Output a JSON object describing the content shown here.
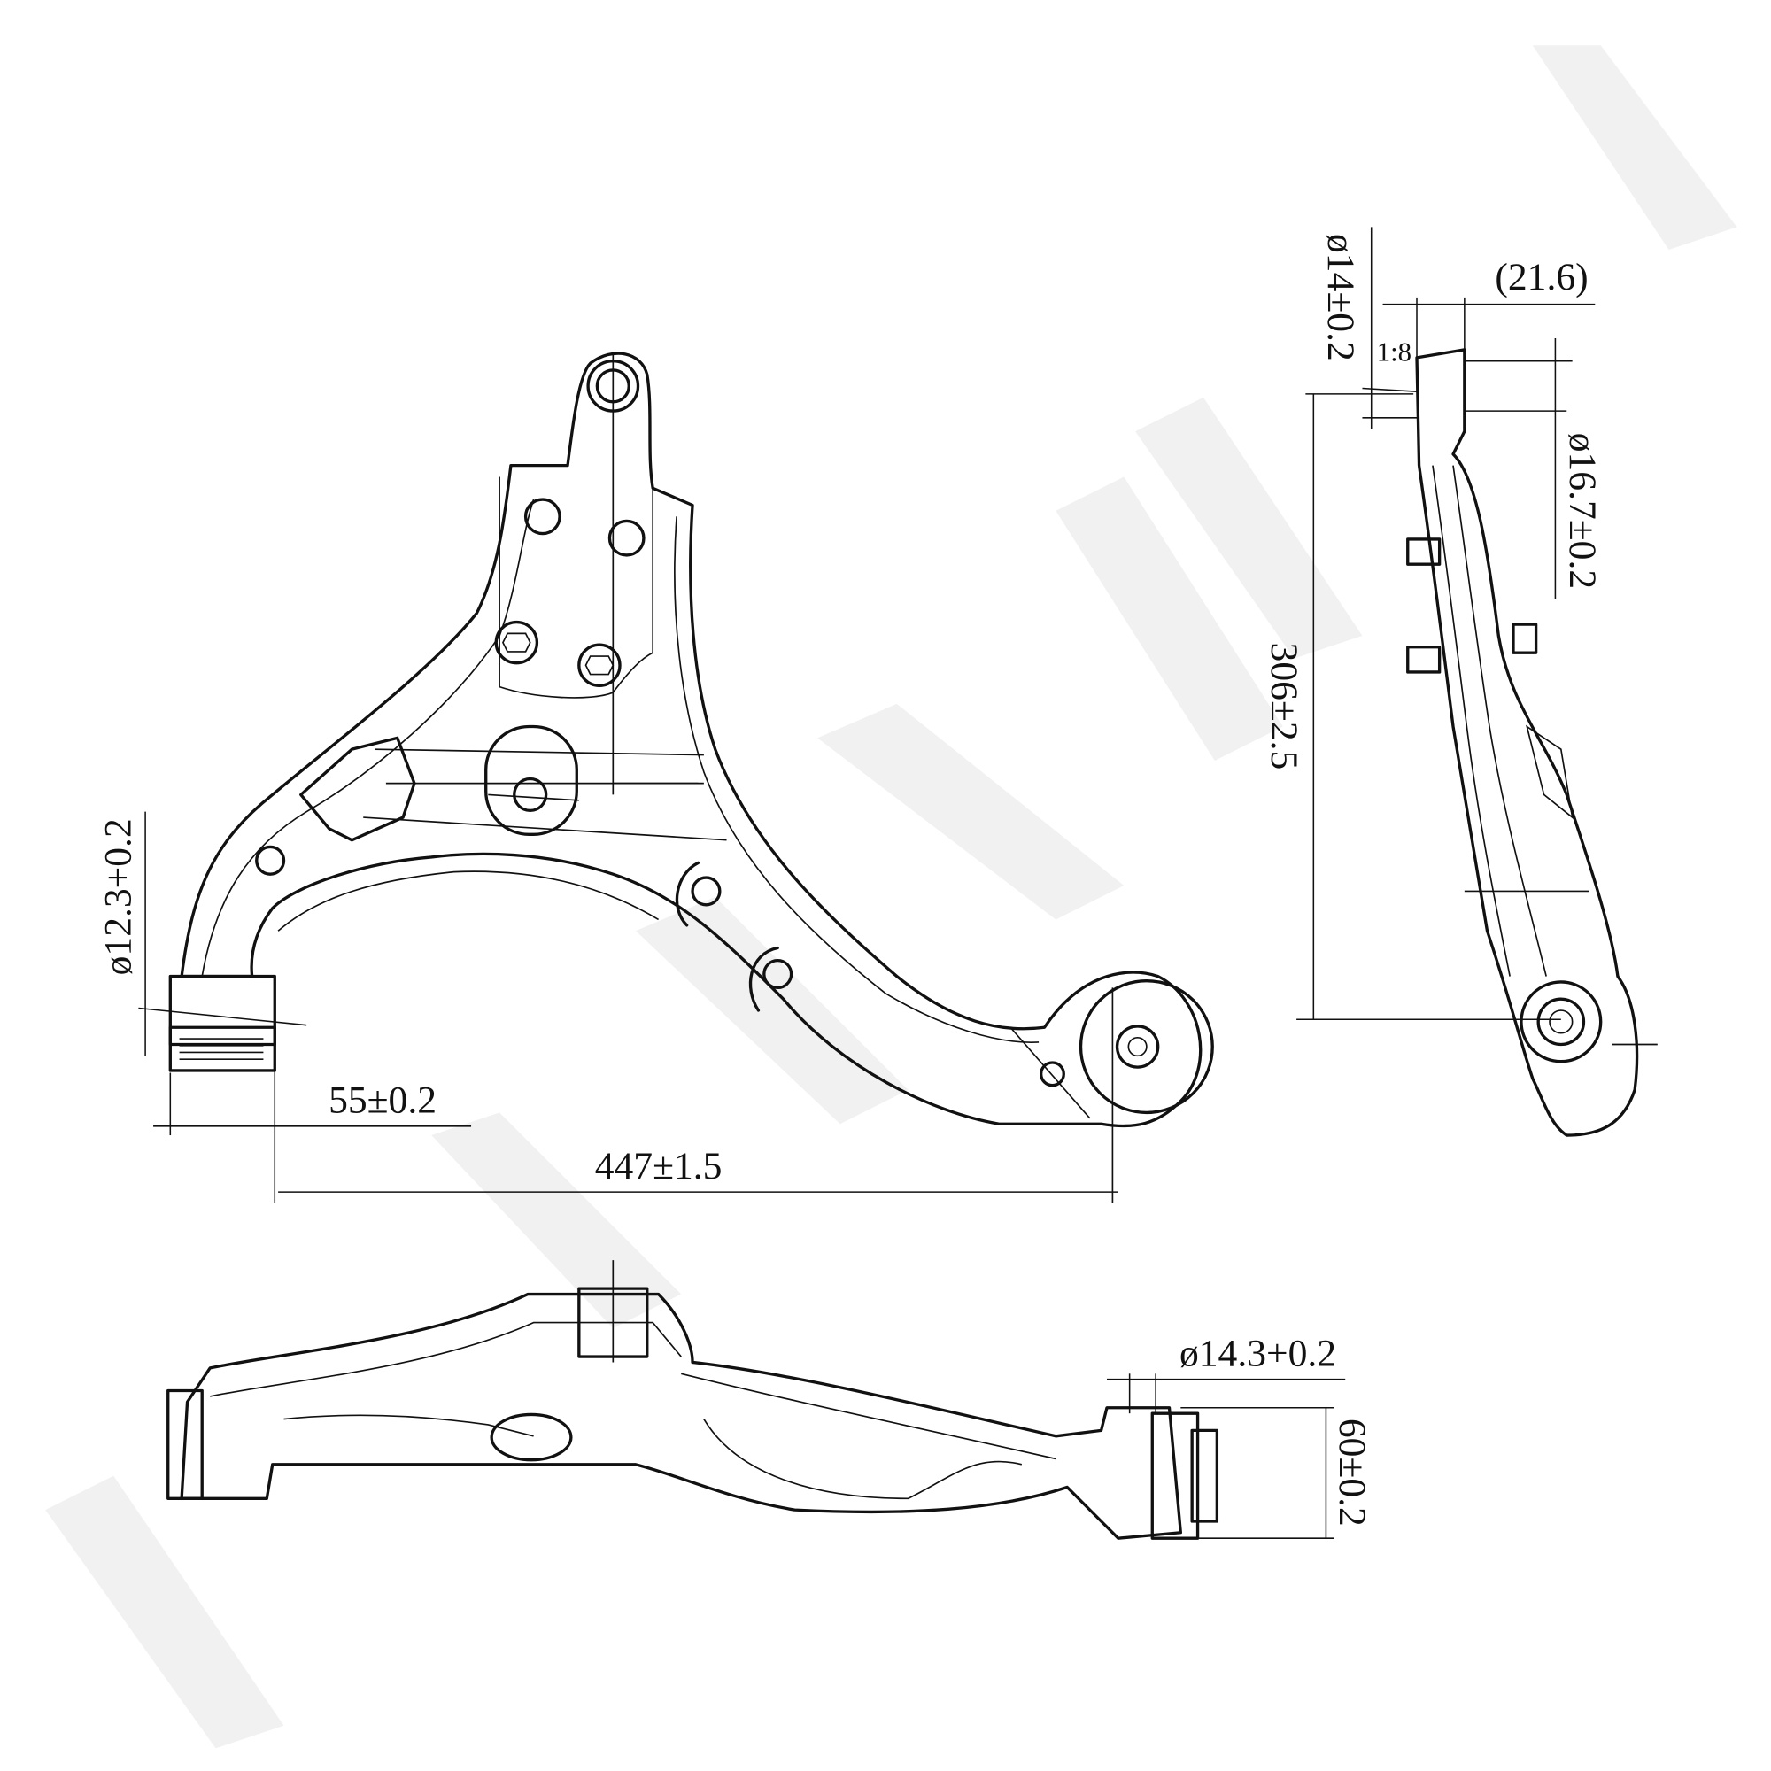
{
  "dimensions": {
    "left_bushing_diameter": "ø12.3+0.2",
    "left_offset": "55±0.2",
    "overall_length": "447±1.5",
    "ball_joint_stud_diameter": "ø14±0.2",
    "ball_joint_width": "(21.6)",
    "taper": "1:8",
    "ball_joint_taper_diameter": "ø16.7±0.2",
    "overall_height": "306±2.5",
    "rear_bushing_diameter": "ø14.3+0.2",
    "rear_bushing_length": "60±0.2"
  },
  "colors": {
    "line": "#111111",
    "watermark": "#f1f1f1"
  }
}
